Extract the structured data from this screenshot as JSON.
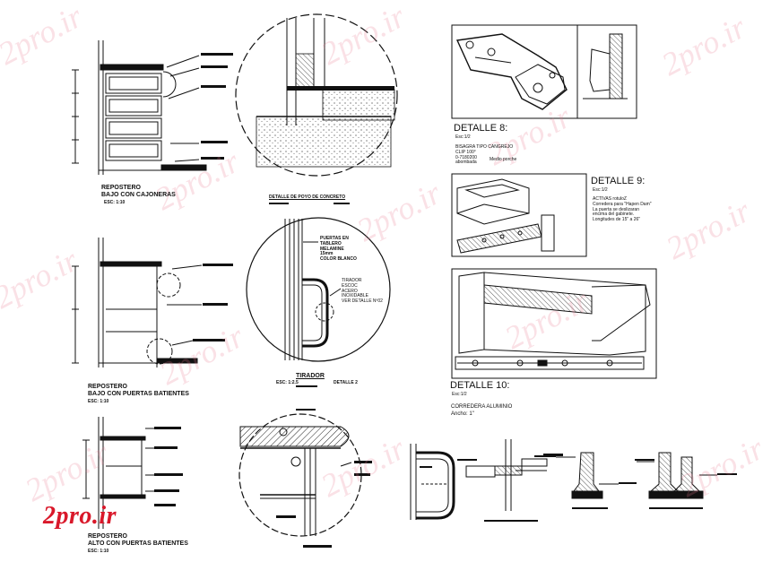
{
  "watermark_text": "2pro.ir",
  "brand_logo": "2pro.ir",
  "colors": {
    "line": "#111111",
    "accent_red": "#d9182a",
    "watermark": "#e8889a"
  },
  "details": {
    "repostero_1": {
      "title": "REPOSTERO",
      "subtitle": "BAJO CON CAJONERAS",
      "scale": "ESC: 1:10"
    },
    "concrete": {
      "title": "DETALLE DE POYO DE CONCRETO"
    },
    "repostero_2": {
      "title": "REPOSTERO",
      "subtitle": "BAJO CON PUERTAS BATIENTES",
      "scale": "ESC: 1:10"
    },
    "tirador": {
      "title": "TIRADOR",
      "scale": "ESC: 1:2.5",
      "detail": "DETALLE 2",
      "note_1": [
        "PUERTAS EN",
        "TABLERO",
        "MELAMINE",
        "15mm",
        "COLOR BLANCO"
      ],
      "note_2": [
        "TIRADOR",
        "ESCOC",
        "ACERO",
        "INOXIDABLE",
        "VER DETALLE Nº02"
      ]
    },
    "repostero_3": {
      "title": "REPOSTERO",
      "subtitle": "ALTO CON PUERTAS BATIENTES",
      "scale": "ESC: 1:10"
    },
    "detalle_8": {
      "title": "DETALLE 8:",
      "scale": "Esc:1/2",
      "text_1": [
        "BISAGRA TIPO CANGREJO",
        "CLIP 100°",
        "0-7180200",
        "abombada"
      ],
      "text_2": "Medio porche"
    },
    "detalle_9": {
      "title": "DETALLE 9:",
      "scale": "Esc:1/2",
      "text": [
        "ACTIVAS rotuloZ",
        "Corredera para \"Hapen Dam\"",
        "La puerta se deslizaran",
        "encima del gabinete.",
        "Longitudes de 15\" a 26\""
      ]
    },
    "detalle_10": {
      "title": "DETALLE 10:",
      "scale": "Esc:1/2",
      "text_1": "CORREDERA ALUMINIO",
      "text_2": "Ancho: 1\""
    }
  }
}
